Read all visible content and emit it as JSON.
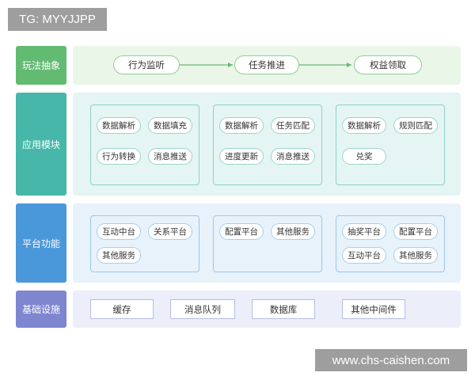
{
  "watermarks": {
    "top_left": "TG: MYYJJPP",
    "bottom_right": "www.chs-caishen.com"
  },
  "layers": {
    "play": {
      "label": "玩法抽象",
      "flow": [
        "行为监听",
        "任务推进",
        "权益领取"
      ]
    },
    "app": {
      "label": "应用模块",
      "groups": [
        [
          "数据解析",
          "数据填充",
          "行为转换",
          "消息推送"
        ],
        [
          "数据解析",
          "任务匹配",
          "进度更新",
          "消息推送"
        ],
        [
          "数据解析",
          "规则匹配",
          "兑奖"
        ]
      ]
    },
    "platform": {
      "label": "平台功能",
      "groups": [
        [
          "互动中台",
          "关系平台",
          "其他服务"
        ],
        [
          "配置平台",
          "其他服务"
        ],
        [
          "抽奖平台",
          "配置平台",
          "互动平台",
          "其他服务"
        ]
      ]
    },
    "infra": {
      "label": "基础设施",
      "items": [
        "缓存",
        "消息队列",
        "数据库",
        "其他中间件"
      ]
    }
  },
  "colors": {
    "play": "#63bb72",
    "app": "#46b7a8",
    "platform": "#4a98d9",
    "infra": "#7d86cf",
    "arrow": "#6db874"
  },
  "icons": [
    "arrow-right-icon"
  ]
}
